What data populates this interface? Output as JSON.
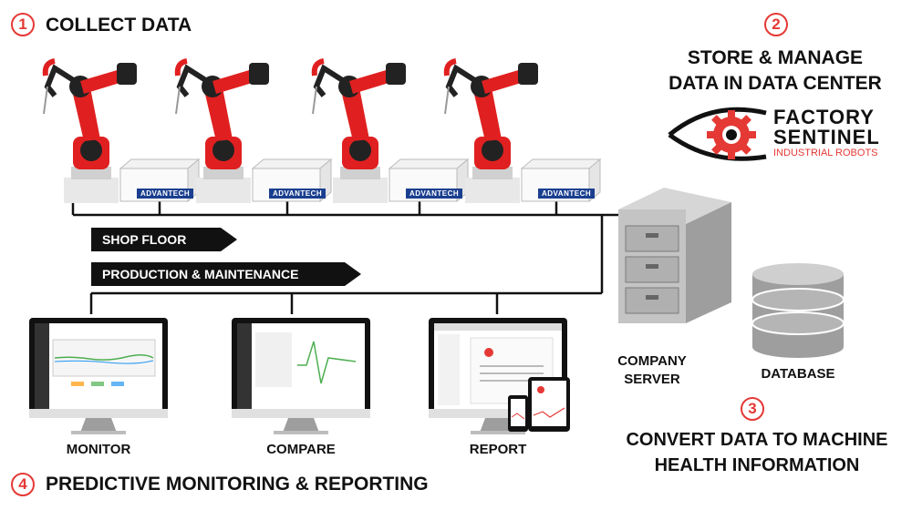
{
  "steps": {
    "collect": {
      "num": "1",
      "title": "COLLECT DATA"
    },
    "store": {
      "num": "2",
      "title_line1": "STORE & MANAGE",
      "title_line2": "DATA IN DATA CENTER"
    },
    "convert": {
      "num": "3",
      "title_line1": "CONVERT DATA TO MACHINE",
      "title_line2": "HEALTH INFORMATION"
    },
    "predict": {
      "num": "4",
      "title": "PREDICTIVE MONITORING & REPORTING"
    }
  },
  "logo": {
    "line1": "FACTORY",
    "line2": "SENTINEL",
    "line3": "INDUSTRIAL ROBOTS"
  },
  "device_label": "ADVANTECH",
  "banners": {
    "shop_floor": "SHOP FLOOR",
    "production": "PRODUCTION & MAINTENANCE"
  },
  "captions": {
    "monitor": "MONITOR",
    "compare": "COMPARE",
    "report": "REPORT",
    "server_line1": "COMPANY",
    "server_line2": "SERVER",
    "database": "DATABASE"
  },
  "colors": {
    "accent": "#e53935",
    "robot": "#e02020",
    "dark": "#111111"
  }
}
